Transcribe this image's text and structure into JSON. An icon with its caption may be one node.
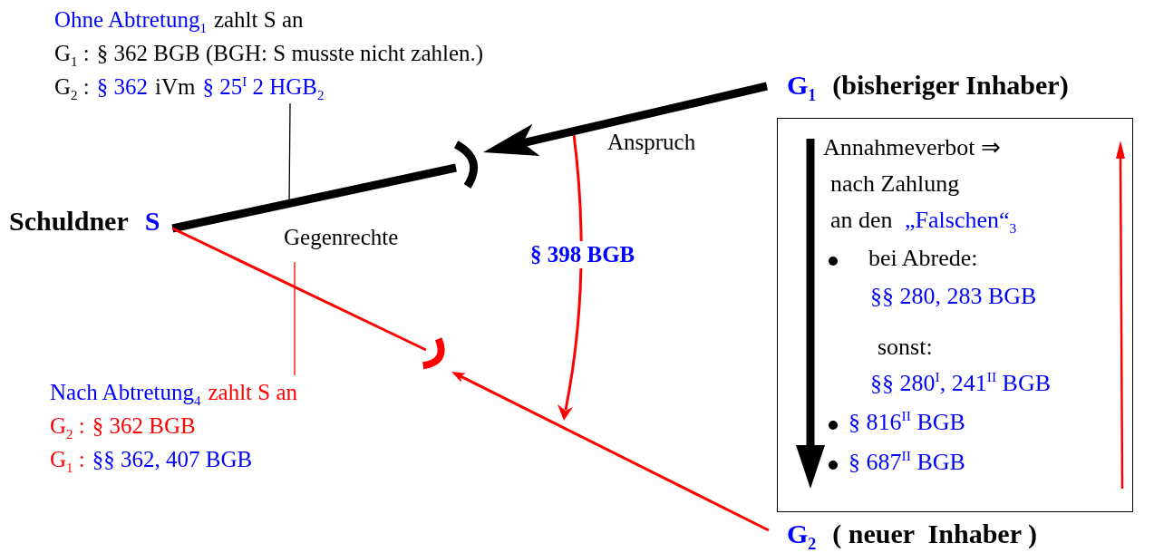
{
  "diagram": {
    "nodes": [
      {
        "text": [
          "Schuldner",
          "S"
        ]
      },
      {
        "text": [
          "G$_{1}$",
          "(bisheriger Inhaber)"
        ]
      },
      {
        "text": [
          "G$_{2}$",
          "( neuer  Inhaber )"
        ]
      },
      {
        "text": [
          "Annahmeverbot ⇒",
          "nach Zahlung",
          "an den",
          "„Falschen“$_{3}$",
          "bei Abrede:",
          "§§ 280, 283 BGB",
          "sonst:",
          "§§ 280$^{I}$, 241$^{II}$ BGB",
          "§ 816$^{II}$ BGB",
          "§ 687$^{II}$ BGB"
        ]
      },
      {
        "text": [
          "Ohne Abtretung$_{1}$",
          "zahlt S an",
          "G$_{1}$ :",
          "§ 362 BGB (BGH: S musste nicht zahlen.)",
          "G$_{2}$ :",
          "§ 362",
          "iVm",
          "§ 25$^{I}$ 2 HGB$_{2}$"
        ]
      },
      {
        "text": [
          "Nach Abtretung$_{4}$",
          "zahlt S an",
          "G$_{2}$ :",
          "§ 362 BGB",
          "G$_{1}$ :",
          "§§ 362, 407 BGB"
        ]
      },
      {
        "text": [],
        "shape": "arc"
      },
      {
        "text": [],
        "shape": "arc"
      }
    ],
    "edges": [
      {
        "from": 1,
        "to": 6,
        "arrow": "to",
        "style": "thick",
        "label": "Anspruch"
      },
      {
        "from": 0,
        "to": 6,
        "arrow": "none",
        "style": "thick",
        "label": "Gegenrechte"
      },
      {
        "from": 0,
        "to": 7,
        "arrow": "none",
        "color": "#ff0000"
      },
      {
        "from": 2,
        "to": 7,
        "arrow": "to",
        "color": "#ff0000"
      },
      {
        "from": 4,
        "to": null,
        "arrow": "none"
      },
      {
        "from": 5,
        "to": null,
        "arrow": "none",
        "color": "#ff0000"
      }
    ],
    "labels": [
      "§ 398 BGB"
    ]
  }
}
